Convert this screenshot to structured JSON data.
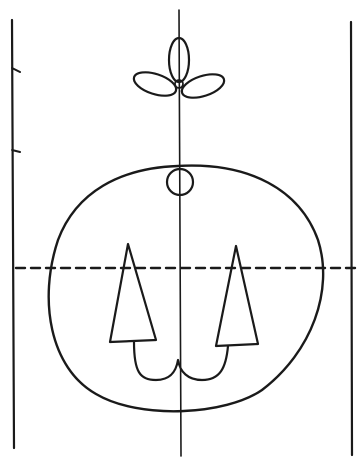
{
  "diagram": {
    "style": "line drawing",
    "background": "#ffffff",
    "ink_color": "#1a1a1a",
    "elements": [
      "left-vertical-axis",
      "right-vertical-axis",
      "center-vertical-axis",
      "horizontal-dashed-line",
      "three-petal-flower",
      "top-small-circle",
      "large-oval",
      "left-triangle",
      "right-triangle",
      "connecting-curve"
    ],
    "text_labels": []
  }
}
